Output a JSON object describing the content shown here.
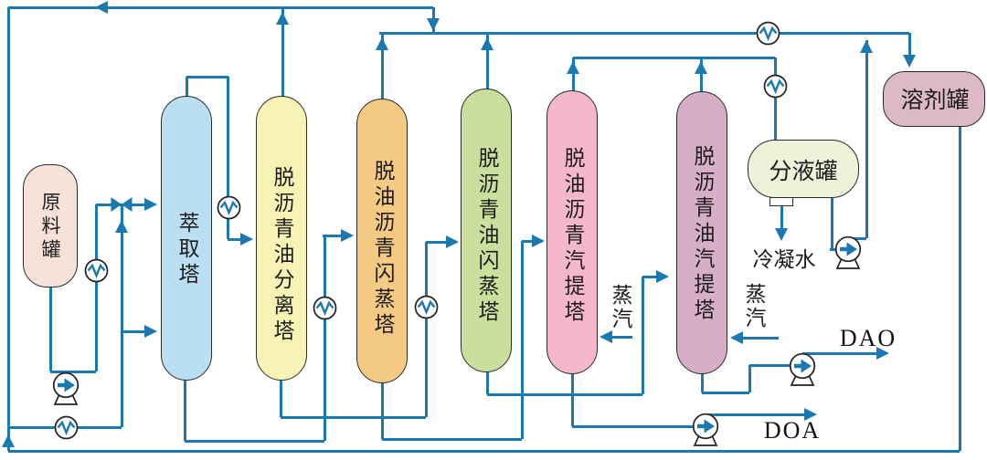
{
  "colors": {
    "pipe": "#1b79b2",
    "outline": "#2b2b2b",
    "background": "#ffffff"
  },
  "feed_tank": {
    "label": "原料罐",
    "color": "#f7e2da"
  },
  "columns": [
    {
      "label": "萃取塔",
      "color": "#badef2"
    },
    {
      "label": "脱沥青油分离塔",
      "color": "#f6f3b4"
    },
    {
      "label": "脱油沥青闪蒸塔",
      "color": "#f4c983"
    },
    {
      "label": "脱沥青油闪蒸塔",
      "color": "#cbdf9d"
    },
    {
      "label": "脱油沥青汽提塔",
      "color": "#f4b8ca"
    },
    {
      "label": "脱沥青油汽提塔",
      "color": "#d6afc7"
    }
  ],
  "separator_tank": {
    "label": "分液罐",
    "color": "#edf2d8"
  },
  "solvent_tank": {
    "label": "溶剂罐",
    "color": "#dcb9c5"
  },
  "stream_labels": {
    "steam_stripper1": "蒸汽",
    "steam_stripper2": "蒸汽",
    "condensate": "冷凝水",
    "dao": "DAO",
    "doa": "DOA"
  }
}
